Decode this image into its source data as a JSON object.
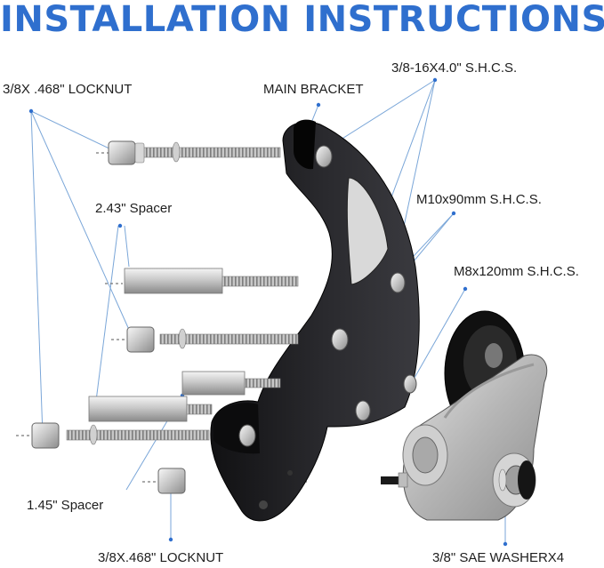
{
  "title": "INSTALLATION INSTRUCTIONS",
  "colors": {
    "title": "#2f6fce",
    "leader": "#7aa6d8",
    "dot": "#2f6fce",
    "bracket": "#1b1b1d"
  },
  "labels": {
    "locknut_top": "3/8X .468\" LOCKNUT",
    "main_bracket": "MAIN BRACKET",
    "shcs_4": "3/8-16X4.0\" S.H.C.S.",
    "spacer_243": "2.43\" Spacer",
    "m10": "M10x90mm S.H.C.S.",
    "m8": "M8x120mm S.H.C.S.",
    "spacer_145": "1.45\" Spacer",
    "locknut_bottom": "3/8X.468\" LOCKNUT",
    "washer": "3/8\" SAE WASHERX4"
  }
}
